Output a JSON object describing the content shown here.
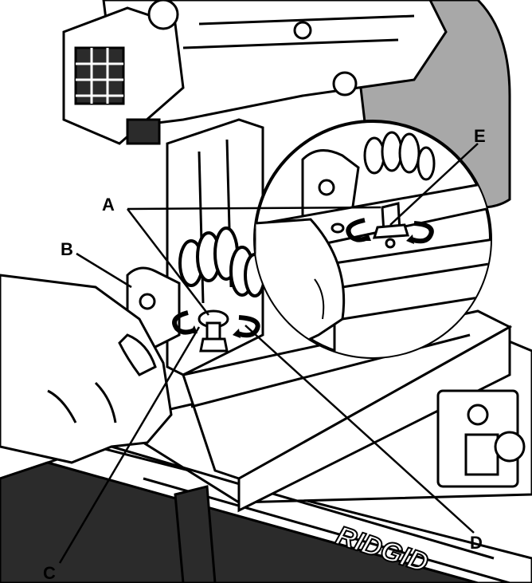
{
  "callouts": {
    "a": "A",
    "b": "B",
    "c": "C",
    "d": "D",
    "e": "E"
  },
  "brand_text": "RIDGID",
  "colors": {
    "ink": "#000000",
    "paper": "#ffffff",
    "shade": "#a8a8a8",
    "mid": "#6b6b6b"
  },
  "icons": [
    "rotation-arrow-ccw-icon",
    "rotation-arrow-cw-icon"
  ]
}
